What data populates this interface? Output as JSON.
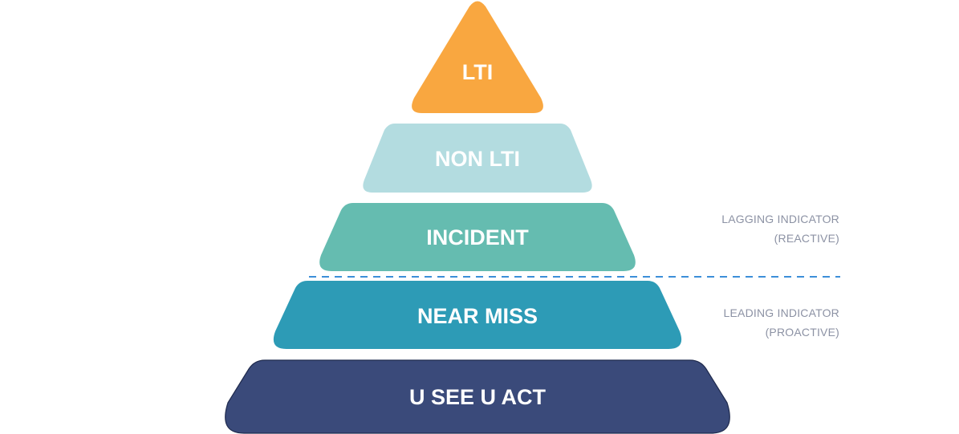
{
  "tiers": [
    {
      "label": "LTI",
      "color": "#F9A740"
    },
    {
      "label": "NON LTI",
      "color": "#B3DCE0"
    },
    {
      "label": "INCIDENT",
      "color": "#65BCB0"
    },
    {
      "label": "NEAR MISS",
      "color": "#2D9BB6"
    },
    {
      "label": "U SEE U ACT",
      "color": "#3A4A7A"
    }
  ],
  "divider_color": "#3C8FD9",
  "notes": {
    "lagging": {
      "line1": "LAGGING INDICATOR",
      "line2": "(REACTIVE)"
    },
    "leading": {
      "line1": "LEADING INDICATOR",
      "line2": "(PROACTIVE)"
    }
  }
}
